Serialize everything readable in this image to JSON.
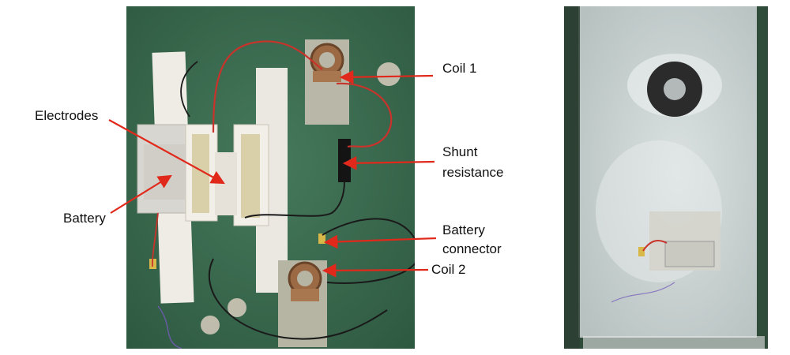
{
  "labels": {
    "coil1": "Coil 1",
    "electrodes": "Electrodes",
    "shunt_line1": "Shunt",
    "shunt_line2": "resistance",
    "battery": "Battery",
    "connector_line1": "Battery",
    "connector_line2": "connector",
    "coil2": "Coil 2"
  },
  "colors": {
    "arrow": "#e0291b",
    "board_green": "#3a6b4f",
    "foam_white": "#ece9e3",
    "wire_red": "#c8332b",
    "wire_black": "#1a1a1a"
  }
}
